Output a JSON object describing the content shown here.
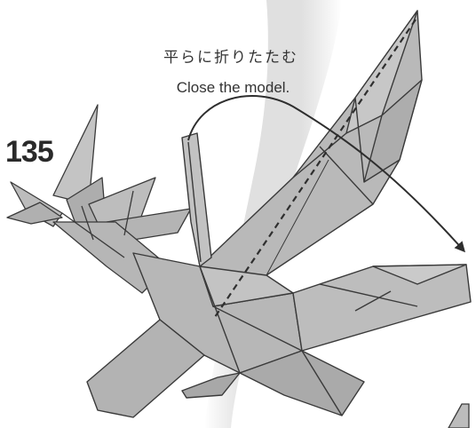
{
  "step": {
    "number": "135"
  },
  "caption": {
    "japanese": "平らに折りたたむ",
    "english": "Close the model."
  },
  "colors": {
    "paper": "#b8b8b8",
    "paper_dark": "#a4a4a4",
    "paper_light": "#cccccc",
    "line": "#3a3a3a",
    "arrow": "#2e2e2e",
    "background": "#ffffff"
  }
}
